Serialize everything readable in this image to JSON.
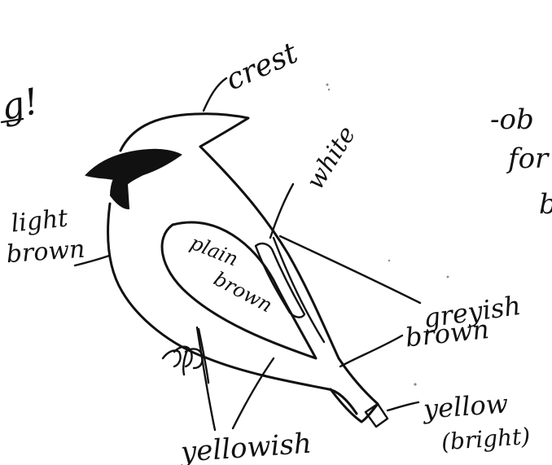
{
  "labels": {
    "crest": "crest",
    "white": "white",
    "light_brown_1": "light",
    "light_brown_2": "brown",
    "plain_brown_1": "plain",
    "plain_brown_2": "brown",
    "greyish_brown_1": "greyish",
    "greyish_brown_2": "brown",
    "yellow": "yellow",
    "bright": "(bright)",
    "yellowish": "yellowish"
  },
  "fragments": {
    "left_top": "g!",
    "right_1": "-ob",
    "right_2": "for",
    "right_3": "b"
  },
  "colors": {
    "ink": "#111111",
    "paper": "#ffffff"
  }
}
